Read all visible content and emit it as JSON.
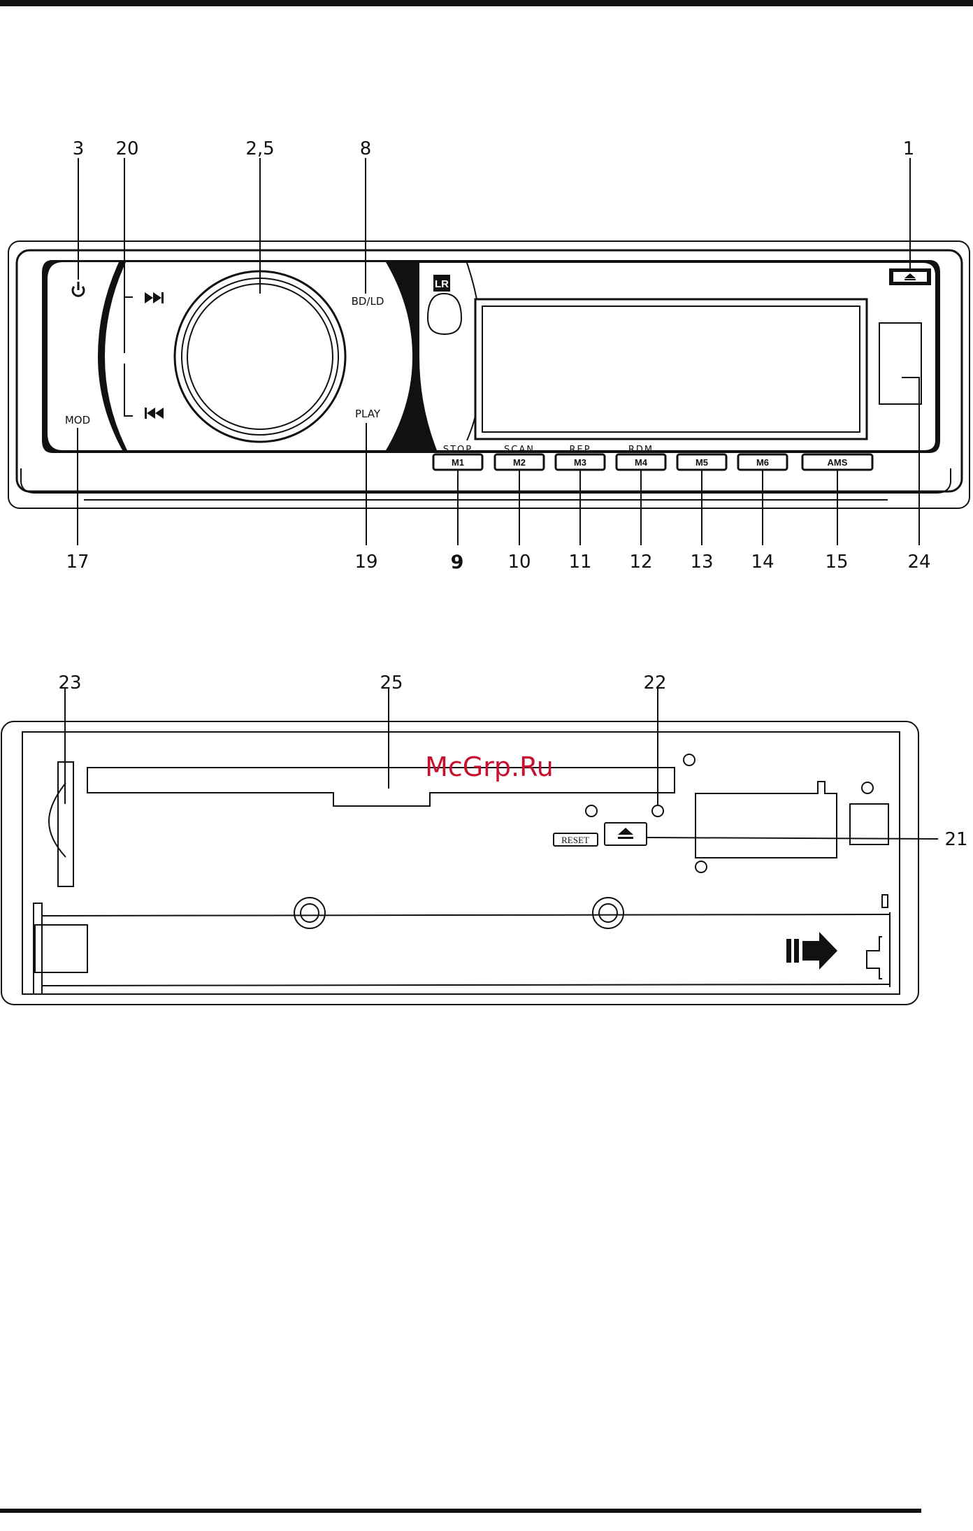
{
  "top_rule": {
    "color": "#111111"
  },
  "front_panel": {
    "callouts_top": [
      "3",
      "20",
      "2,5",
      "8",
      "1"
    ],
    "callouts_bottom": [
      "17",
      "19",
      "9",
      "10",
      "11",
      "12",
      "13",
      "14",
      "15",
      "24"
    ],
    "labels": {
      "bdld": "BD/LD",
      "play": "PLAY",
      "mod": "MOD",
      "lr": "LR"
    },
    "function_labels": [
      "STOP",
      "SCAN",
      "REP",
      "RDM"
    ],
    "buttons": [
      "M1",
      "M2",
      "M3",
      "M4",
      "M5",
      "M6",
      "AMS"
    ]
  },
  "rear_panel": {
    "callouts": [
      "23",
      "25",
      "22",
      "21"
    ],
    "reset_label": "RESET"
  },
  "watermark": "McGrp.Ru",
  "icons": [
    "power-icon",
    "next-track-icon",
    "prev-track-icon",
    "eject-icon",
    "arrow-right-icon"
  ]
}
